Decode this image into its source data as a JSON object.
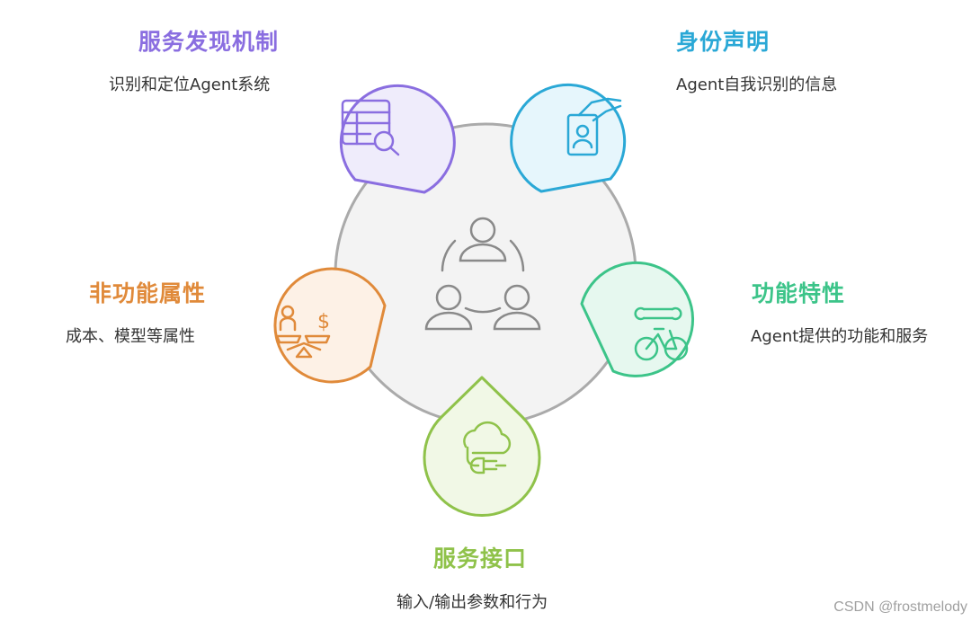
{
  "nodes": {
    "discovery": {
      "title": "服务发现机制",
      "desc": "识别和定位Agent系统",
      "color": "#8a6ee0",
      "fill": "#efecfb",
      "icon": "table-search-icon"
    },
    "identity": {
      "title": "身份声明",
      "desc": "Agent自我识别的信息",
      "color": "#2aa8d6",
      "fill": "#e6f6fc",
      "icon": "id-card-hand-icon"
    },
    "non_functional": {
      "title": "非功能属性",
      "desc": "成本、模型等属性",
      "color": "#e08a3a",
      "fill": "#fdf1e6",
      "icon": "scale-person-dollar-icon"
    },
    "functional": {
      "title": "功能特性",
      "desc": "Agent提供的功能和服务",
      "color": "#3cc489",
      "fill": "#e6f8ef",
      "icon": "wrench-bicycle-icon"
    },
    "interface": {
      "title": "服务接口",
      "desc": "输入/输出参数和行为",
      "color": "#8fc24a",
      "fill": "#f1f8e6",
      "icon": "cloud-plug-icon"
    }
  },
  "center": {
    "icon": "team-icon",
    "fill": "#f3f3f3",
    "stroke": "#aaaaaa"
  },
  "watermark": "CSDN @frostmelody"
}
